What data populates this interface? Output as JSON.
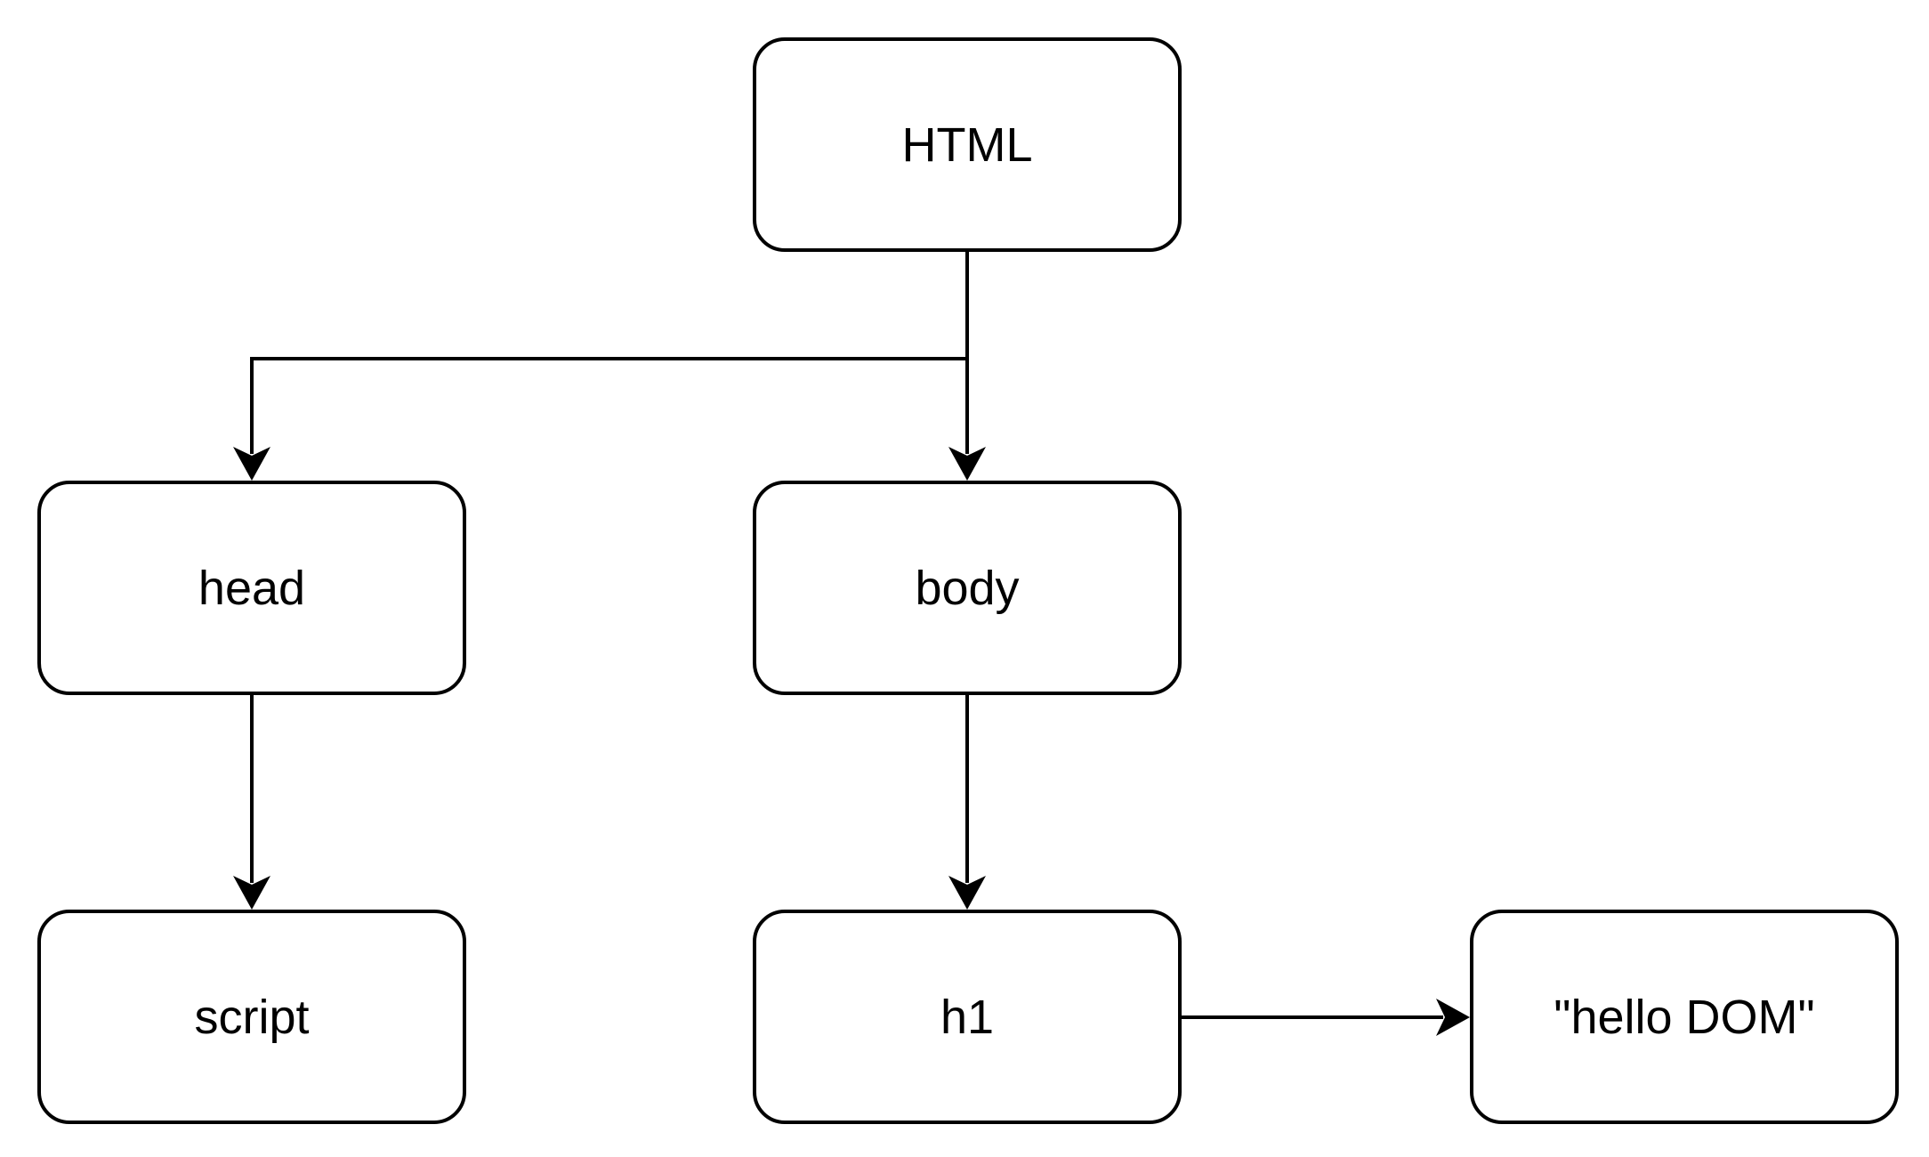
{
  "diagram": {
    "type": "tree",
    "nodes": [
      {
        "id": "html",
        "label": "HTML"
      },
      {
        "id": "head",
        "label": "head"
      },
      {
        "id": "body",
        "label": "body"
      },
      {
        "id": "script",
        "label": "script"
      },
      {
        "id": "h1",
        "label": "h1"
      },
      {
        "id": "text",
        "label": "\"hello DOM\""
      }
    ],
    "edges": [
      {
        "from": "html",
        "to": "head"
      },
      {
        "from": "html",
        "to": "body"
      },
      {
        "from": "head",
        "to": "script"
      },
      {
        "from": "body",
        "to": "h1"
      },
      {
        "from": "h1",
        "to": "text"
      }
    ]
  }
}
